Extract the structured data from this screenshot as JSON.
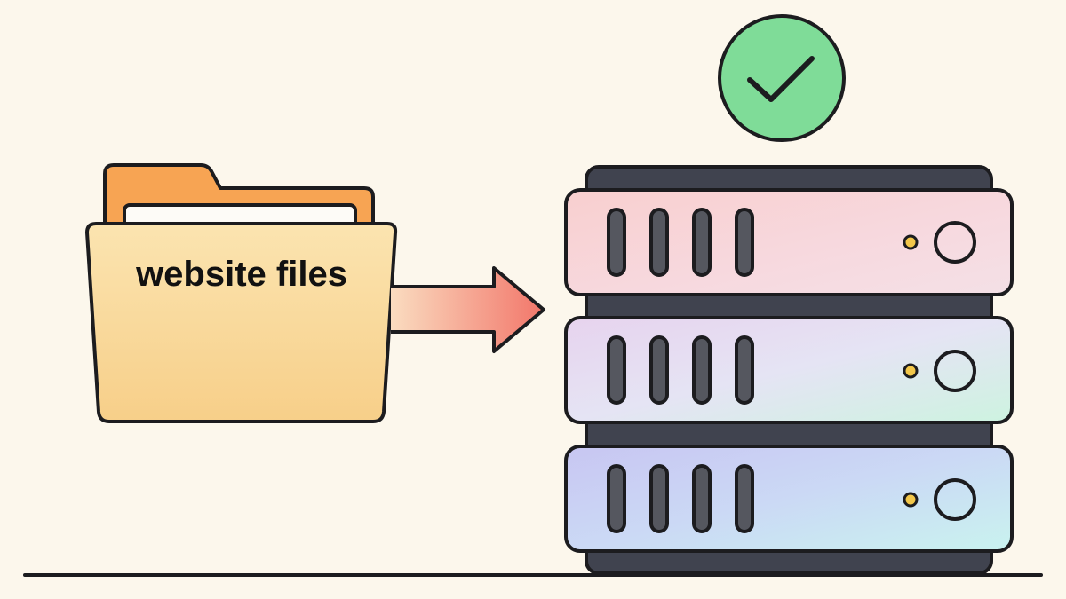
{
  "folder": {
    "label": "website files",
    "icon": "folder-icon"
  },
  "arrow": {
    "icon": "arrow-right-icon"
  },
  "server": {
    "icon": "server-rack-icon",
    "unit_count": 3
  },
  "status": {
    "icon": "checkmark-icon",
    "state": "success"
  },
  "colors": {
    "background": "#fcf7ec",
    "outline": "#1c1c1f",
    "folder_back": "#f7a453",
    "folder_front_top": "#fbe3ad",
    "folder_front_bottom": "#f7d08c",
    "arrow_start": "#f8d5b3",
    "arrow_end": "#f27a6c",
    "check_fill": "#7fdc98",
    "server_frame": "#40434f",
    "led": "#f3c74a"
  }
}
